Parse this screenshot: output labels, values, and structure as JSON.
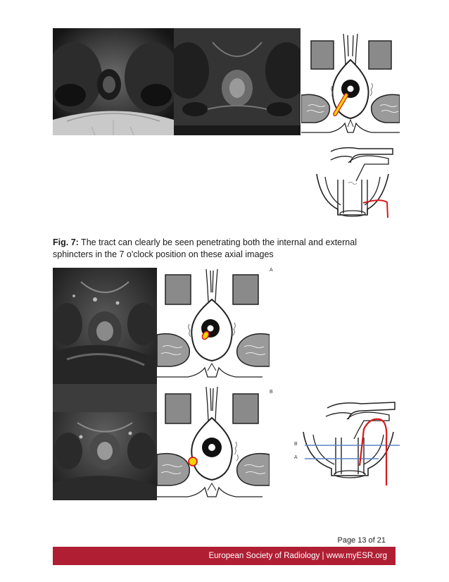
{
  "figure": {
    "caption_label": "Fig. 7:",
    "caption_text": " The tract can clearly be seen penetrating both the internal and external sphincters in the 7 o'clock position on these axial images"
  },
  "panels": {
    "upper_label": "A",
    "lower_label": "B",
    "level_label_b": "B",
    "level_label_a": "A"
  },
  "colors": {
    "tract_red": "#d7191c",
    "tract_yellow": "#f5d300",
    "level_blue": "#5b84c4",
    "muscle_gray": "#8a8a8a",
    "footer_bg": "#b01e33"
  },
  "footer": {
    "page": "Page 13 of 21",
    "society": "European Society of Radiology | www.myESR.org"
  }
}
